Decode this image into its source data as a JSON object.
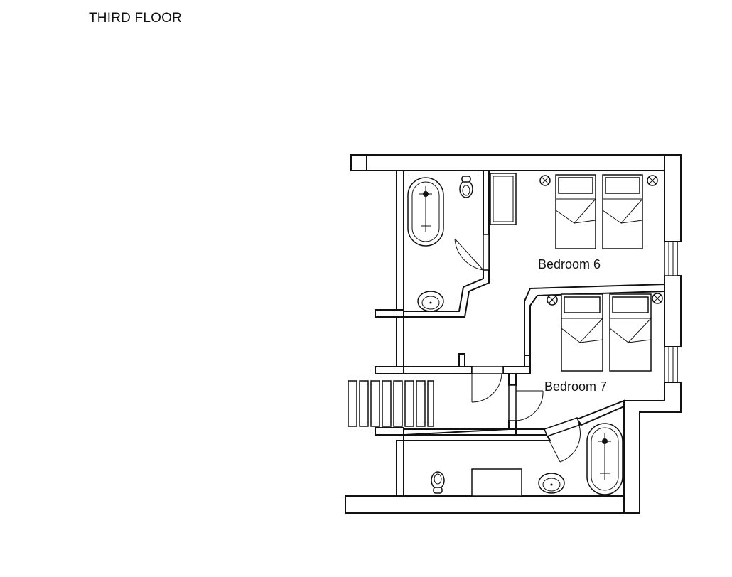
{
  "floor": {
    "title": "THIRD FLOOR"
  },
  "rooms": {
    "bedroom_6": "Bedroom 6",
    "bedroom_7": "Bedroom 7"
  },
  "colors": {
    "line": "#111111",
    "background": "#ffffff"
  },
  "icons": [
    "bed-icon",
    "bathtub-icon",
    "toilet-icon",
    "washbasin-icon",
    "wall-light-icon",
    "door-swing-icon",
    "window-icon",
    "staircase-icon",
    "cabinet-icon"
  ]
}
